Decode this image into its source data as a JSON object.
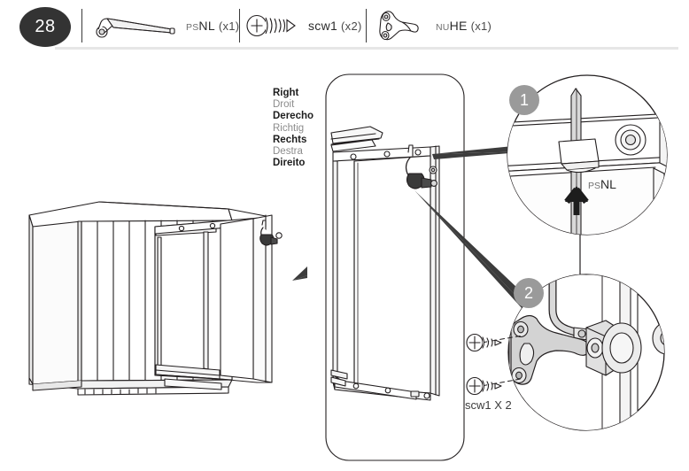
{
  "step": {
    "number": "28"
  },
  "parts": [
    {
      "id": "psnl",
      "icon": "rod-bar-icon",
      "prefix": "PS",
      "core": "NL",
      "qty": "(x1)"
    },
    {
      "id": "scw1",
      "icon": "screw-icon",
      "prefix": "",
      "core": "scw1",
      "qty": "(x2)"
    },
    {
      "id": "nuhe",
      "icon": "bracket-hinge-icon",
      "prefix": "NU",
      "core": "HE",
      "qty": "(x1)"
    }
  ],
  "orientation_labels": [
    {
      "text": "Right",
      "style": "bold"
    },
    {
      "text": "Droit",
      "style": "gray"
    },
    {
      "text": "Derecho",
      "style": "bold"
    },
    {
      "text": "Richtig",
      "style": "gray"
    },
    {
      "text": "Rechts",
      "style": "bold"
    },
    {
      "text": "Destra",
      "style": "gray"
    },
    {
      "text": "Direito",
      "style": "bold"
    }
  ],
  "callouts": [
    {
      "number": "1",
      "label_prefix": "PS",
      "label_core": "NL",
      "description": "insert-rod-upward-through-bracket"
    },
    {
      "number": "2",
      "label": "scw1 X 2",
      "description": "attach-nuhe-bracket-with-two-screws"
    }
  ],
  "figures": {
    "shed": "isometric-storage-shed-with-open-door",
    "door_panel": "door-frame-detail-with-latch",
    "detail_1": "rod-insertion-detail",
    "detail_2": "bracket-screw-detail"
  },
  "colors": {
    "step_badge_bg": "#333333",
    "callout_badge_bg": "#9a9a9a",
    "line": "#231f20",
    "fill_light": "#d9d9d9",
    "rule": "#e6e6e6",
    "text_gray": "#8c8c8c",
    "text_dark": "#1d1d1d"
  }
}
